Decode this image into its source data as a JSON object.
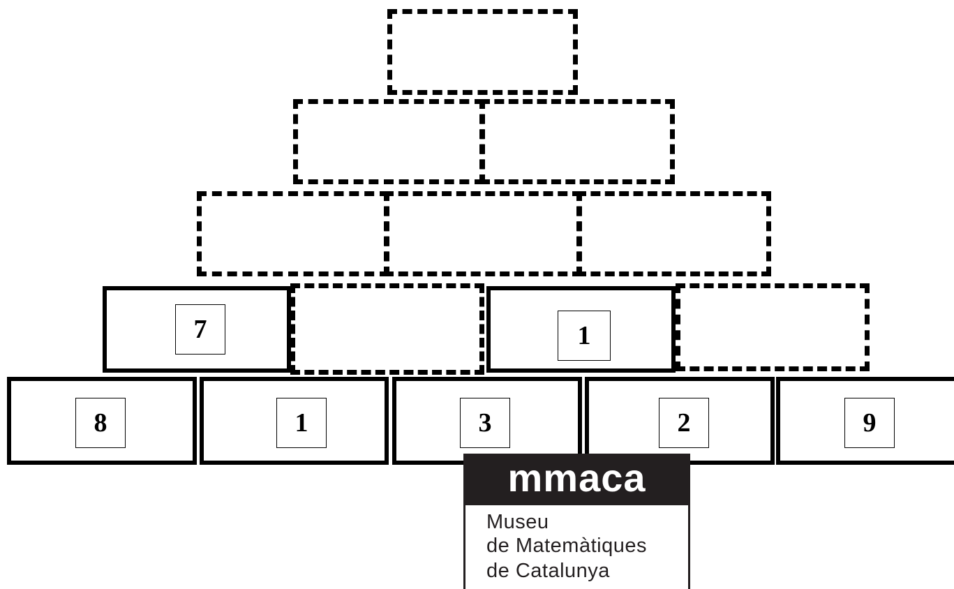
{
  "pyramid": {
    "bottom_row": [
      "8",
      "1",
      "3",
      "2",
      "9"
    ],
    "second_row": [
      "7",
      "",
      "1",
      ""
    ],
    "third_row": [
      "",
      "",
      ""
    ],
    "fourth_row": [
      "",
      ""
    ],
    "top_row": [
      ""
    ]
  },
  "logo": {
    "brand": "mmaca",
    "line1": "Museu",
    "line2": "de  Matemàtiques",
    "line3": "de  Catalunya"
  }
}
